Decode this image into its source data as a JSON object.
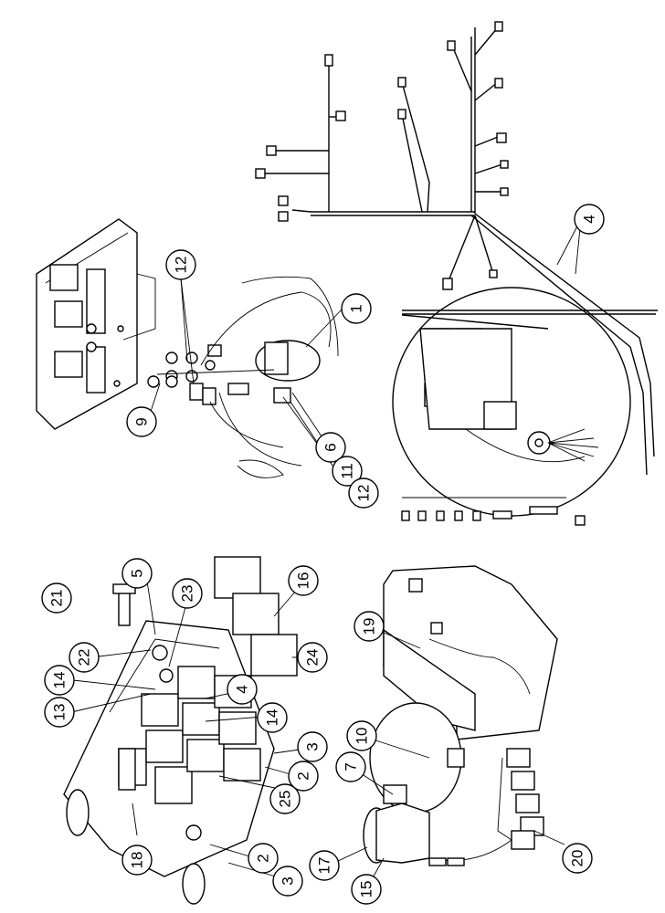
{
  "callouts": [
    {
      "id": "c1",
      "label": "1"
    },
    {
      "id": "c2a",
      "label": "2"
    },
    {
      "id": "c2b",
      "label": "2"
    },
    {
      "id": "c3a",
      "label": "3"
    },
    {
      "id": "c3b",
      "label": "3"
    },
    {
      "id": "c4a",
      "label": "4"
    },
    {
      "id": "c4b",
      "label": "4"
    },
    {
      "id": "c5",
      "label": "5"
    },
    {
      "id": "c6",
      "label": "6"
    },
    {
      "id": "c7",
      "label": "7"
    },
    {
      "id": "c9",
      "label": "9"
    },
    {
      "id": "c10",
      "label": "10"
    },
    {
      "id": "c11",
      "label": "11"
    },
    {
      "id": "c12a",
      "label": "12"
    },
    {
      "id": "c12b",
      "label": "12"
    },
    {
      "id": "c13",
      "label": "13"
    },
    {
      "id": "c14a",
      "label": "14"
    },
    {
      "id": "c14b",
      "label": "14"
    },
    {
      "id": "c15",
      "label": "15"
    },
    {
      "id": "c16",
      "label": "16"
    },
    {
      "id": "c17",
      "label": "17"
    },
    {
      "id": "c18",
      "label": "18"
    },
    {
      "id": "c19",
      "label": "19"
    },
    {
      "id": "c20",
      "label": "20"
    },
    {
      "id": "c21",
      "label": "21"
    },
    {
      "id": "c22",
      "label": "22"
    },
    {
      "id": "c23",
      "label": "23"
    },
    {
      "id": "c24",
      "label": "24"
    },
    {
      "id": "c25",
      "label": "25"
    }
  ]
}
